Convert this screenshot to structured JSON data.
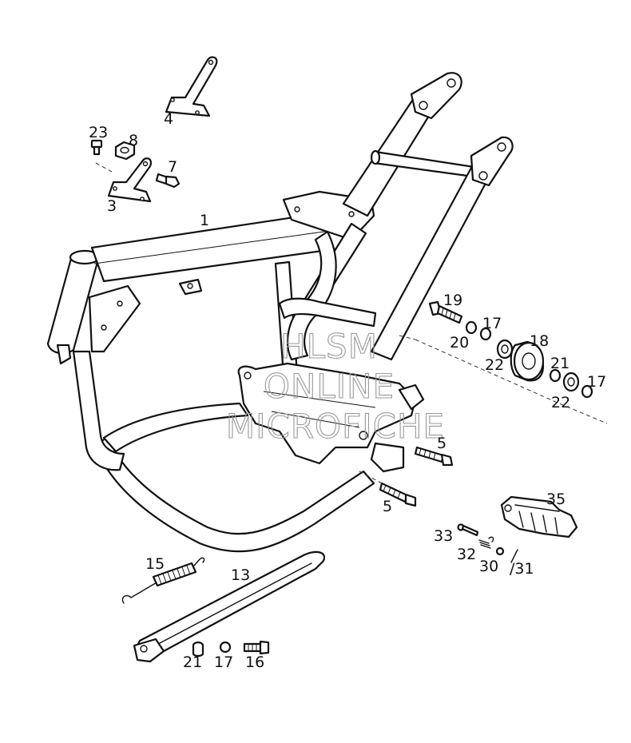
{
  "diagram": {
    "labels": {
      "l1": "1",
      "l3": "3",
      "l4": "4",
      "l5a": "5",
      "l5b": "5",
      "l7": "7",
      "l8": "8",
      "l13": "13",
      "l15": "15",
      "l16": "16",
      "l17a": "17",
      "l17b": "17",
      "l17c": "17",
      "l18": "18",
      "l19": "19",
      "l20": "20",
      "l21a": "21",
      "l21b": "21",
      "l22a": "22",
      "l22b": "22",
      "l23": "23",
      "l30": "30",
      "l31": "/31",
      "l32": "32",
      "l33": "33",
      "l35": "35"
    },
    "watermark": {
      "line1": "HLSM",
      "line2": "ONLINE",
      "line3": "MICROFICHE"
    }
  }
}
